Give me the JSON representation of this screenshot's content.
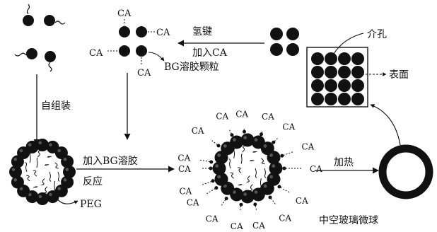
{
  "diagram": {
    "labels": {
      "hydrogen_bond": "氢键",
      "add_ca_top": "加入CA",
      "bg_sol_particle": "BG溶胶颗粒",
      "self_assembly": "自组装",
      "add_bg_sol": "加入BG溶胶",
      "reaction": "反应",
      "peg": "PEG",
      "heating": "加热",
      "mesopore": "介孔",
      "surface": "表面",
      "hollow_glass_microsphere": "中空玻璃微球"
    },
    "ca": "CA"
  }
}
